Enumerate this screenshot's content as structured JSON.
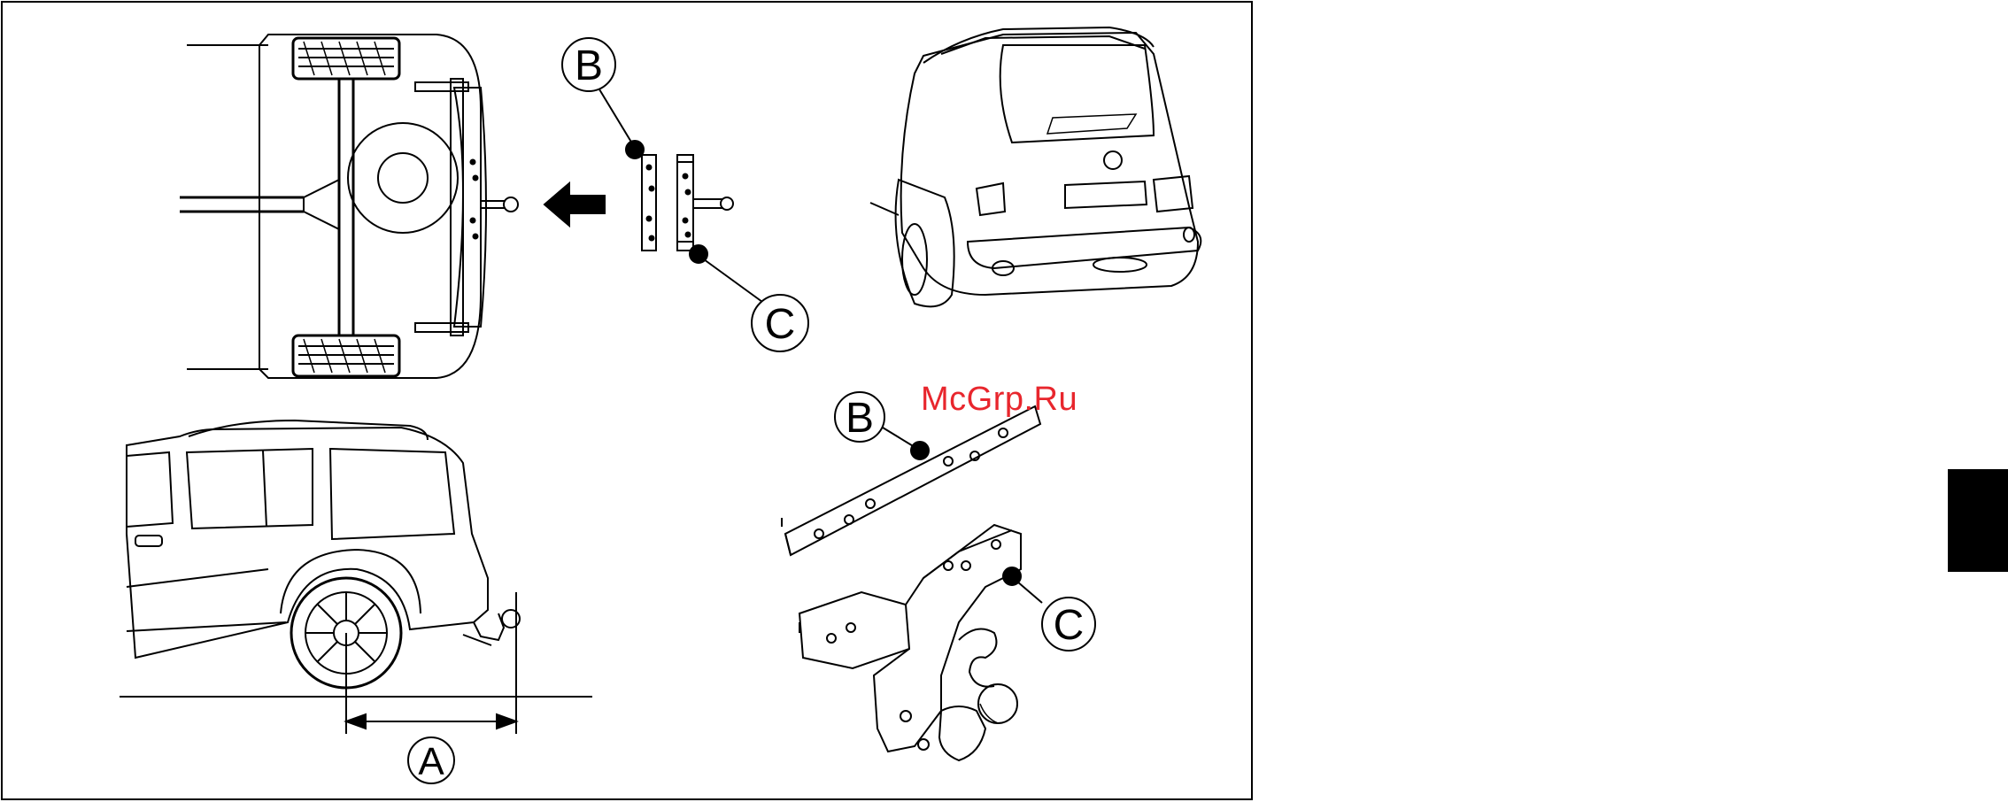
{
  "figure": {
    "callouts": {
      "top_b": "B",
      "top_c": "C",
      "bottom_a": "A",
      "bottom_b": "B",
      "bottom_c": "C"
    }
  },
  "watermark": {
    "text": "McGrp.Ru",
    "color": "#e8262d"
  },
  "colors": {
    "line": "#000000",
    "background": "#ffffff",
    "tab": "#000000"
  },
  "icons": {
    "direction_arrow": "arrow-left-icon"
  }
}
